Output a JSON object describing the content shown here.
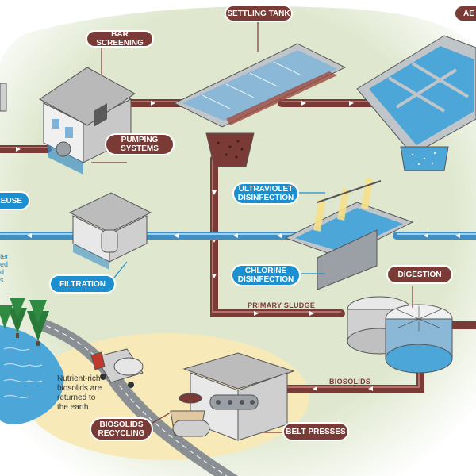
{
  "labels": {
    "bar_screening": "BAR SCREENING",
    "settling_tank": "SETTLING TANK",
    "aeration": "AE",
    "pumping_systems": "PUMPING\nSYSTEMS",
    "reuse": "REUSE",
    "filtration": "FILTRATION",
    "ultraviolet": "ULTRAVIOLET\nDISINFECTION",
    "chlorine": "CHLORINE\nDISINFECTION",
    "digestion": "DIGESTION",
    "biosolids_recycling": "BIOSOLIDS\nRECYCLING",
    "belt_presses": "BELT PRESSES"
  },
  "pipe_labels": {
    "primary_sludge": "PRIMARY SLUDGE",
    "biosolids": "BIOSOLIDS"
  },
  "notes": {
    "nutrient": "Nutrient-rich\nbiosolids are\nreturned to\nthe earth.",
    "edge_fragment": "ter\ned\nd\ns."
  },
  "colors": {
    "ground": "#dfe8cf",
    "pipe_red": "#7a3a36",
    "pipe_blue": "#3f8fc4",
    "label_red": "#7a3a36",
    "label_blue": "#1b8fcf",
    "water": "#4da6d8",
    "sand": "#f7e9b8"
  }
}
